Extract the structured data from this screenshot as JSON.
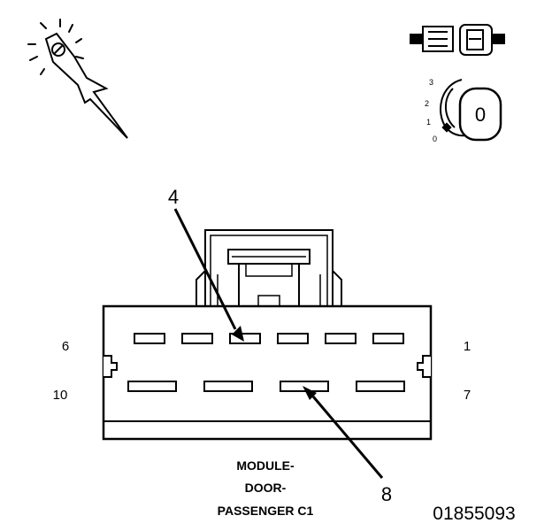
{
  "connector": {
    "name_lines": [
      "MODULE-",
      "DOOR-",
      "PASSENGER C1"
    ],
    "pins_top_row": 6,
    "pins_bottom_row": 4,
    "labels": {
      "top_left": "6",
      "top_right": "1",
      "bottom_left": "10",
      "bottom_right": "7"
    },
    "callouts": [
      {
        "id": "callout-4",
        "label": "4"
      },
      {
        "id": "callout-8",
        "label": "8"
      }
    ]
  },
  "figure_id": "01855093",
  "icons": {
    "probe": "back-probe-icon",
    "connector": "disconnect-connector-icon",
    "ignition": "ignition-key-off-icon"
  },
  "ignition_positions": [
    "3",
    "2",
    "1",
    "0"
  ],
  "ignition_key_label": "0",
  "colors": {
    "line": "#000000",
    "background": "#ffffff"
  }
}
